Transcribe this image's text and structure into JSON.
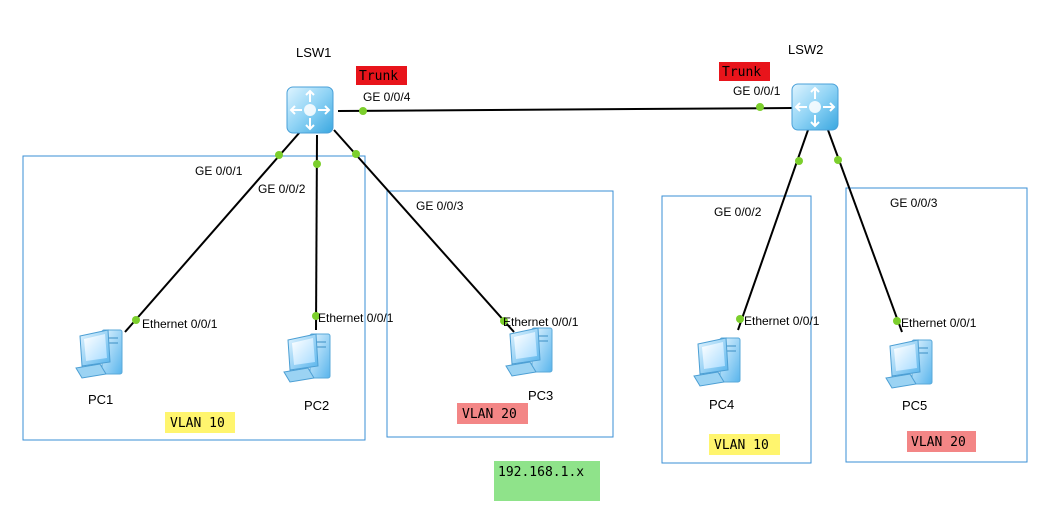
{
  "switches": {
    "lsw1": {
      "name": "LSW1",
      "trunk": "Trunk"
    },
    "lsw2": {
      "name": "LSW2",
      "trunk": "Trunk"
    }
  },
  "pcs": {
    "pc1": {
      "name": "PC1",
      "port": "Ethernet 0/0/1"
    },
    "pc2": {
      "name": "PC2",
      "port": "Ethernet 0/0/1"
    },
    "pc3": {
      "name": "PC3",
      "port": "Ethernet 0/0/1"
    },
    "pc4": {
      "name": "PC4",
      "port": "Ethernet 0/0/1"
    },
    "pc5": {
      "name": "PC5",
      "port": "Ethernet 0/0/1"
    }
  },
  "ports": {
    "lsw1_ge1": "GE 0/0/1",
    "lsw1_ge2": "GE 0/0/2",
    "lsw1_ge3": "GE 0/0/3",
    "lsw1_ge4": "GE 0/0/4",
    "lsw2_ge1": "GE 0/0/1",
    "lsw2_ge2": "GE 0/0/2",
    "lsw2_ge3": "GE 0/0/3"
  },
  "vlans": {
    "lsw1_vlan10": "VLAN 10",
    "lsw1_vlan20": "VLAN 20",
    "lsw2_vlan10": "VLAN 10",
    "lsw2_vlan20": "VLAN 20"
  },
  "network": "192.168.1.x",
  "colors": {
    "trunk_bg": "#e8141b",
    "vlan10_bg": "#fff56e",
    "vlan20_bg": "#f38686",
    "network_bg": "#8fe38a",
    "link": "#000000",
    "port_dot": "#7ccf2c",
    "vlan_border": "#3a8fd6"
  }
}
